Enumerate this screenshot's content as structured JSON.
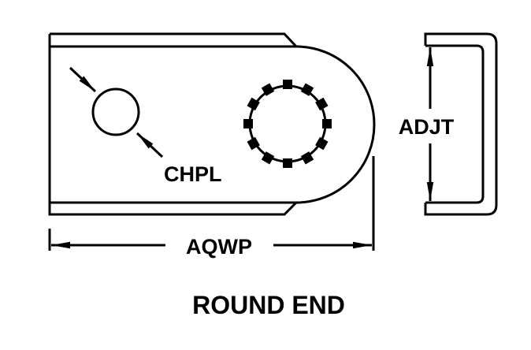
{
  "title": "ROUND END",
  "labels": {
    "hole_diameter": "CHPL",
    "overall_length": "AQWP",
    "height": "ADJT"
  },
  "colors": {
    "ink": "#000000",
    "background": "#ffffff"
  }
}
